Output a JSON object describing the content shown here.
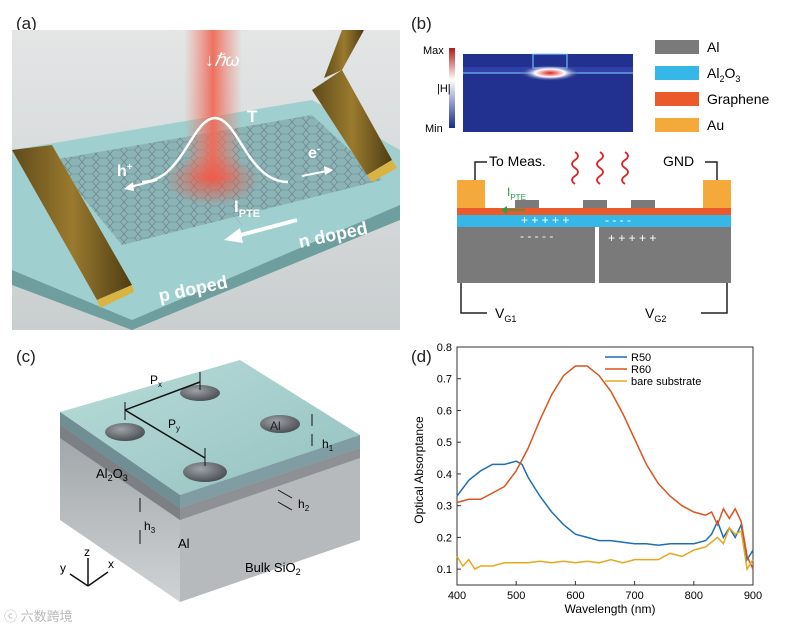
{
  "panels": {
    "a": {
      "label": "(a)",
      "photon": "↓ℏω",
      "temp": "T",
      "hole": "h",
      "hole_sup": "+",
      "electron": "e",
      "electron_sup": "-",
      "current": "I",
      "current_sub": "PTE",
      "p_region": "p doped",
      "n_region": "n doped"
    },
    "b": {
      "label": "(b)",
      "colorbar": {
        "max": "Max",
        "mid": "|H|",
        "min": "Min"
      },
      "legend": [
        {
          "name": "Al",
          "color": "#7a7a7a"
        },
        {
          "name": "Al",
          "sub": "2",
          "name2": "O",
          "sub2": "3",
          "color": "#35b8e8"
        },
        {
          "name": "Graphene",
          "color": "#ea5a2a"
        },
        {
          "name": "Au",
          "color": "#f5a93a"
        }
      ],
      "to_meas": "To Meas.",
      "gnd": "GND",
      "current": "I",
      "current_sub": "PTE",
      "plus": "+  +  +  +  +",
      "minus": "-   -   -   -",
      "minus2": "-   -   -   -   -",
      "plus2": "+  +  +  +  +",
      "vg1": "V",
      "vg1_sub": "G1",
      "vg2": "V",
      "vg2_sub": "G2"
    },
    "c": {
      "label": "(c)",
      "px": "P",
      "px_sub": "x",
      "py": "P",
      "py_sub": "y",
      "al_disk": "Al",
      "h1": "h",
      "h1_sub": "1",
      "h2": "h",
      "h2_sub": "2",
      "h3": "h",
      "h3_sub": "3",
      "al2o3": "Al",
      "al2o3_s1": "2",
      "al2o3_m": "O",
      "al2o3_s2": "3",
      "al_layer": "Al",
      "sio2": "Bulk SiO",
      "sio2_sub": "2",
      "axes": {
        "x": "x",
        "y": "y",
        "z": "z"
      }
    },
    "d": {
      "label": "(d)"
    }
  },
  "chart_data": {
    "type": "line",
    "xlabel": "Wavelength (nm)",
    "ylabel": "Optical Absorptance",
    "xlim": [
      400,
      900
    ],
    "ylim": [
      0.05,
      0.8
    ],
    "xticks": [
      "400",
      "500",
      "600",
      "700",
      "800",
      "900"
    ],
    "yticks": [
      "0.1",
      "0.2",
      "0.3",
      "0.4",
      "0.5",
      "0.6",
      "0.7",
      "0.8"
    ],
    "legend_position": "top-right",
    "series": [
      {
        "name": "R50",
        "color": "#1f6fb0",
        "x": [
          400,
          420,
          440,
          460,
          480,
          500,
          510,
          520,
          540,
          560,
          580,
          600,
          620,
          640,
          660,
          680,
          700,
          720,
          740,
          760,
          780,
          800,
          820,
          830,
          840,
          850,
          860,
          870,
          880,
          890,
          900
        ],
        "y": [
          0.33,
          0.38,
          0.41,
          0.43,
          0.43,
          0.44,
          0.43,
          0.39,
          0.33,
          0.28,
          0.24,
          0.21,
          0.2,
          0.19,
          0.19,
          0.185,
          0.18,
          0.18,
          0.175,
          0.18,
          0.18,
          0.18,
          0.19,
          0.21,
          0.25,
          0.2,
          0.23,
          0.2,
          0.24,
          0.13,
          0.16
        ]
      },
      {
        "name": "R60",
        "color": "#d9541e",
        "x": [
          400,
          420,
          440,
          460,
          480,
          500,
          520,
          540,
          560,
          580,
          600,
          610,
          620,
          640,
          660,
          680,
          700,
          720,
          740,
          760,
          780,
          800,
          820,
          830,
          840,
          850,
          860,
          870,
          880,
          890,
          900
        ],
        "y": [
          0.31,
          0.32,
          0.32,
          0.34,
          0.36,
          0.41,
          0.48,
          0.57,
          0.65,
          0.71,
          0.74,
          0.74,
          0.74,
          0.71,
          0.66,
          0.59,
          0.51,
          0.43,
          0.37,
          0.33,
          0.3,
          0.28,
          0.27,
          0.28,
          0.24,
          0.29,
          0.26,
          0.29,
          0.25,
          0.14,
          0.1
        ]
      },
      {
        "name": "bare substrate",
        "color": "#e6a721",
        "x": [
          400,
          410,
          420,
          430,
          440,
          460,
          480,
          500,
          520,
          540,
          560,
          580,
          600,
          620,
          640,
          660,
          680,
          700,
          720,
          740,
          760,
          780,
          800,
          820,
          840,
          850,
          860,
          870,
          880,
          890,
          900
        ],
        "y": [
          0.14,
          0.11,
          0.13,
          0.1,
          0.11,
          0.11,
          0.12,
          0.12,
          0.12,
          0.125,
          0.12,
          0.125,
          0.12,
          0.125,
          0.12,
          0.13,
          0.12,
          0.13,
          0.13,
          0.13,
          0.15,
          0.14,
          0.16,
          0.17,
          0.2,
          0.18,
          0.23,
          0.21,
          0.22,
          0.1,
          0.13
        ]
      }
    ]
  },
  "watermark": "ⓒ 六数跨境"
}
